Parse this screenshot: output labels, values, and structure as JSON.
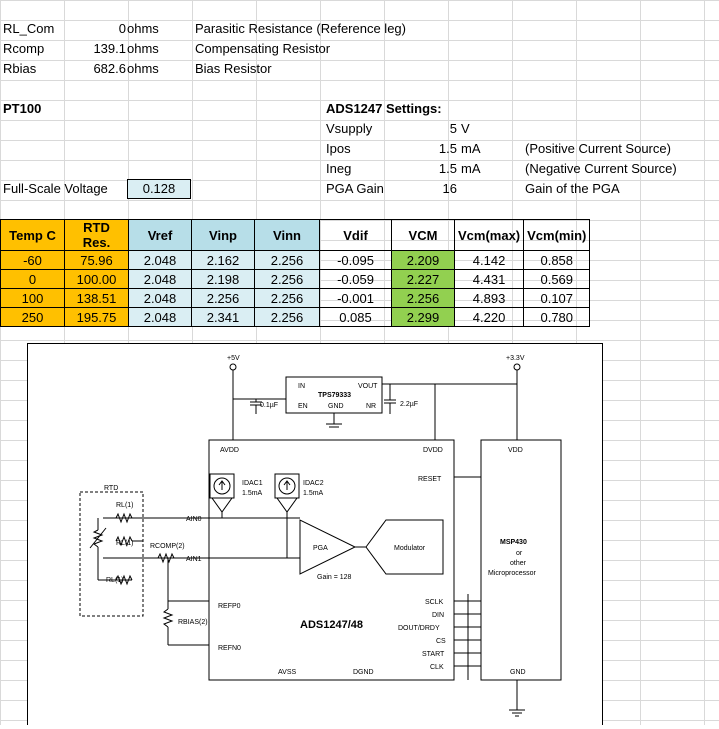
{
  "params": [
    {
      "name": "RL_Com",
      "value": "0",
      "unit": "ohms",
      "desc": "Parasitic Resistance (Reference leg)"
    },
    {
      "name": "Rcomp",
      "value": "139.1",
      "unit": "ohms",
      "desc": "Compensating Resistor"
    },
    {
      "name": "Rbias",
      "value": "682.6",
      "unit": "ohms",
      "desc": "Bias Resistor"
    }
  ],
  "pt100_label": "PT100",
  "ads_title": "ADS1247 Settings:",
  "settings": [
    {
      "name": "Vsupply",
      "value": "5",
      "unit": "V",
      "note": ""
    },
    {
      "name": "Ipos",
      "value": "1.5",
      "unit": "mA",
      "note": "(Positive Current Source)"
    },
    {
      "name": "Ineg",
      "value": "1.5",
      "unit": "mA",
      "note": "(Negative Current Source)"
    },
    {
      "name": "PGA Gain",
      "value": "16",
      "unit": "",
      "note": "Gain of the PGA"
    }
  ],
  "fullscale": {
    "label": "Full-Scale Voltage",
    "value": "0.128"
  },
  "table": {
    "headers": [
      "Temp C",
      "RTD Res.",
      "Vref",
      "Vinp",
      "Vinn",
      "Vdif",
      "VCM",
      "Vcm(max)",
      "Vcm(min)"
    ],
    "rows": [
      [
        "-60",
        "75.96",
        "2.048",
        "2.162",
        "2.256",
        "-0.095",
        "2.209",
        "4.142",
        "0.858"
      ],
      [
        "0",
        "100.00",
        "2.048",
        "2.198",
        "2.256",
        "-0.059",
        "2.227",
        "4.431",
        "0.569"
      ],
      [
        "100",
        "138.51",
        "2.048",
        "2.256",
        "2.256",
        "-0.001",
        "2.256",
        "4.893",
        "0.107"
      ],
      [
        "250",
        "195.75",
        "2.048",
        "2.341",
        "2.256",
        "0.085",
        "2.299",
        "4.220",
        "0.780"
      ]
    ]
  },
  "schematic": {
    "plus5v": "+5V",
    "plus33v": "+3.3V",
    "in": "IN",
    "vout": "VOUT",
    "tps": "TPS79333",
    "gnd": "GND",
    "en": "EN",
    "nr": "NR",
    "cap1": "0.1µF",
    "cap2": "2.2µF",
    "avdd": "AVDD",
    "dvdd": "DVDD",
    "vdd": "VDD",
    "idac1": "IDAC1",
    "idac1_i": "1.5mA",
    "idac2": "IDAC2",
    "idac2_i": "1.5mA",
    "reset": "RESET",
    "rtd": "RTD",
    "rl1": "RL(1)",
    "rl2": "RL(1)",
    "rl3": "RL(1)",
    "rcomp": "RCOMP(2)",
    "ain0": "AIN0",
    "ain1": "AIN1",
    "pga": "PGA",
    "gain": "Gain = 128",
    "modulator": "Modulator",
    "msp": "MSP430",
    "or": "or",
    "other": "other",
    "micro": "Microprocessor",
    "refp": "REFP0",
    "refn": "REFN0",
    "rbias": "RBIAS(2)",
    "ads": "ADS1247/48",
    "sclk": "SCLK",
    "din": "DIN",
    "dout": "DOUT/DRDY",
    "cs": "CS",
    "start": "START",
    "clk": "CLK",
    "avss": "AVSS",
    "dgnd": "DGND",
    "gnd2": "GND"
  }
}
